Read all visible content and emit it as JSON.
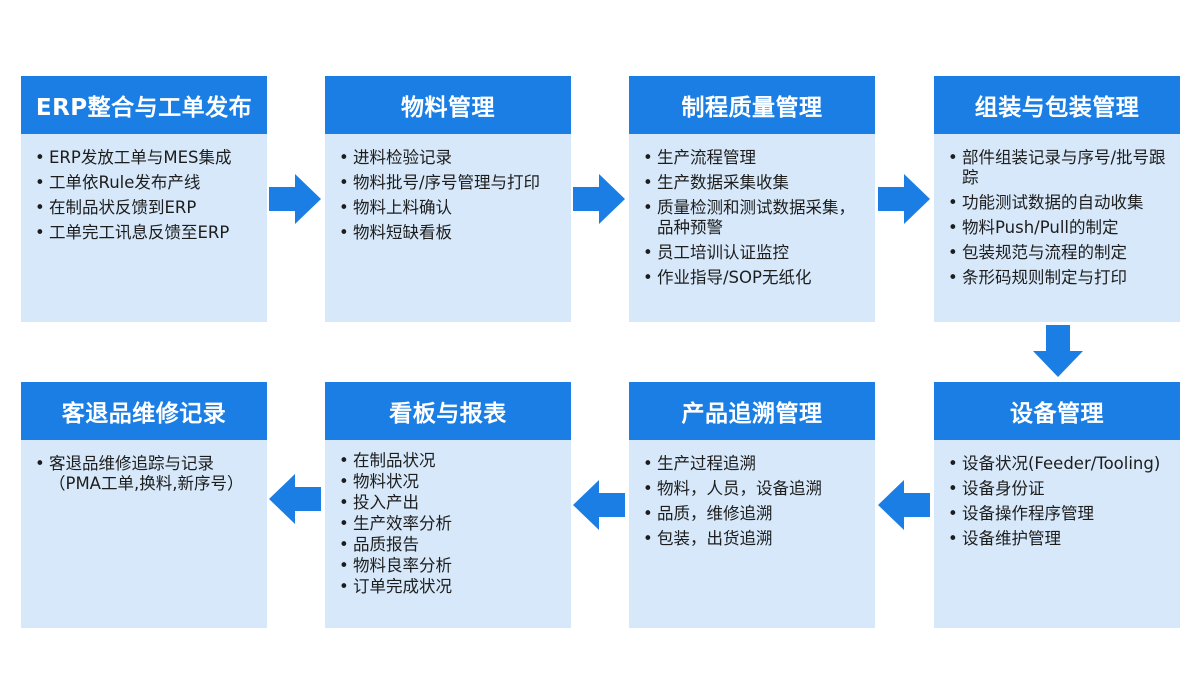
{
  "colors": {
    "header": "#1a7ee4",
    "card": "#d6e8f9",
    "arrow": "#1a7ee4"
  },
  "cards": [
    {
      "title": "ERP整合与工单发布",
      "items": [
        "ERP发放工单与MES集成",
        "工单依Rule发布产线",
        "在制品状反馈到ERP",
        "工单完工讯息反馈至ERP"
      ]
    },
    {
      "title": "物料管理",
      "items": [
        "进料检验记录",
        "物料批号/序号管理与打印",
        "物料上料确认",
        "物料短缺看板"
      ]
    },
    {
      "title": "制程质量管理",
      "items": [
        "生产流程管理",
        "生产数据采集收集",
        "质量检测和测试数据采集，品种预警",
        "员工培训认证监控",
        "作业指导/SOP无纸化"
      ]
    },
    {
      "title": "组装与包装管理",
      "items": [
        "部件组装记录与序号/批号跟踪",
        "功能测试数据的自动收集",
        "物料Push/Pull的制定",
        "包装规范与流程的制定",
        "条形码规则制定与打印"
      ]
    },
    {
      "title": "设备管理",
      "items": [
        "设备状况(Feeder/Tooling)",
        "设备身份证",
        "设备操作程序管理",
        "设备维护管理"
      ]
    },
    {
      "title": "产品追溯管理",
      "items": [
        "生产过程追溯",
        "物料，人员，设备追溯",
        "品质，维修追溯",
        "包装，出货追溯"
      ]
    },
    {
      "title": "看板与报表",
      "items": [
        "在制品状况",
        "物料状况",
        "投入产出",
        "生产效率分析",
        "品质报告",
        "物料良率分析",
        "订单完成状况"
      ]
    },
    {
      "title": "客退品维修记录",
      "items": [
        "客退品维修追踪与记录（PMA工单,换料,新序号）"
      ]
    }
  ]
}
